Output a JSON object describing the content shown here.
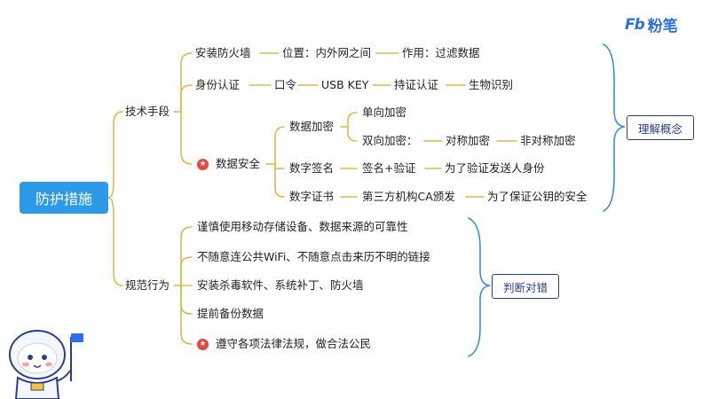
{
  "brand": {
    "mark": "Fb",
    "name": "粉笔"
  },
  "root": "防护措施",
  "branch_tech": "技术手段",
  "branch_norm": "规范行为",
  "tech": {
    "firewall": "安装防火墙",
    "firewall_pos": "位置：内外网之间",
    "firewall_role": "作用：过滤数据",
    "auth": "身份认证",
    "auth_1": "口令",
    "auth_2": "USB KEY",
    "auth_3": "持证认证",
    "auth_4": "生物识别",
    "datasec": "数据安全",
    "encrypt": "数据加密",
    "enc_one": "单向加密",
    "enc_two": "双向加密：",
    "enc_sym": "对称加密",
    "enc_asym": "非对称加密",
    "sign": "数字签名",
    "sign_1": "签名+验证",
    "sign_2": "为了验证发送人身份",
    "cert": "数字证书",
    "cert_1": "第三方机构CA颁发",
    "cert_2": "为了保证公钥的安全"
  },
  "norm": {
    "n1": "谨慎使用移动存储设备、数据来源的可靠性",
    "n2": "不随意连公共WiFi、不随意点击来历不明的链接",
    "n3": "安装杀毒软件、系统补丁、防火墙",
    "n4": "提前备份数据",
    "n5": "遵守各项法律法规，做合法公民"
  },
  "tags": {
    "understand": "理解概念",
    "judge": "判断对错"
  },
  "star_glyph": "★",
  "colors": {
    "line": "#e0b84a",
    "root": "#2d9ae8",
    "tag": "#2c3e8f",
    "bracket": "#3d8fd8",
    "star": "#e8433c"
  }
}
